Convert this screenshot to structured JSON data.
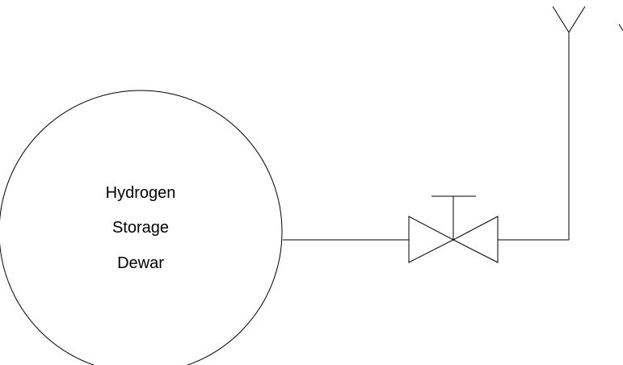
{
  "tank": {
    "label_lines": [
      "Hydrogen",
      "Storage",
      "Dewar"
    ]
  },
  "colors": {
    "line": "#000000",
    "background": "#ffffff"
  },
  "icons": {
    "valve": "gate-valve-icon",
    "vent": "vent-icon",
    "valve_handle": "valve-handwheel-icon"
  }
}
